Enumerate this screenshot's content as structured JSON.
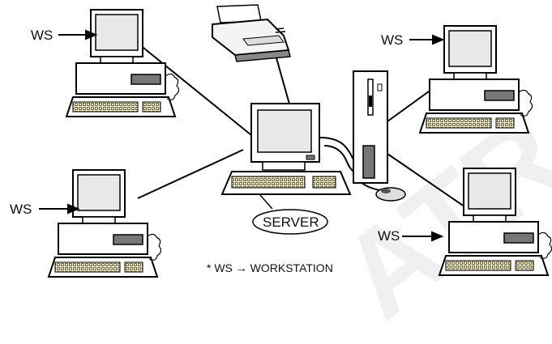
{
  "labels": {
    "ws_top_left": "WS",
    "ws_bottom_left": "WS",
    "ws_top_right": "WS",
    "ws_bottom_right": "WS",
    "server": "SERVER",
    "footnote": "* WS → WORKSTATION"
  },
  "watermark": "ATR",
  "colors": {
    "stroke": "#000000",
    "screen": "#e6e6e6",
    "body": "#ffffff",
    "keys": "#fff8c8",
    "drive": "#777777",
    "watermark": "#f0f0f0"
  },
  "icons": {
    "workstation": "desktop-computer-icon",
    "server": "tower-server-icon",
    "printer": "printer-icon",
    "mouse": "mouse-icon"
  }
}
